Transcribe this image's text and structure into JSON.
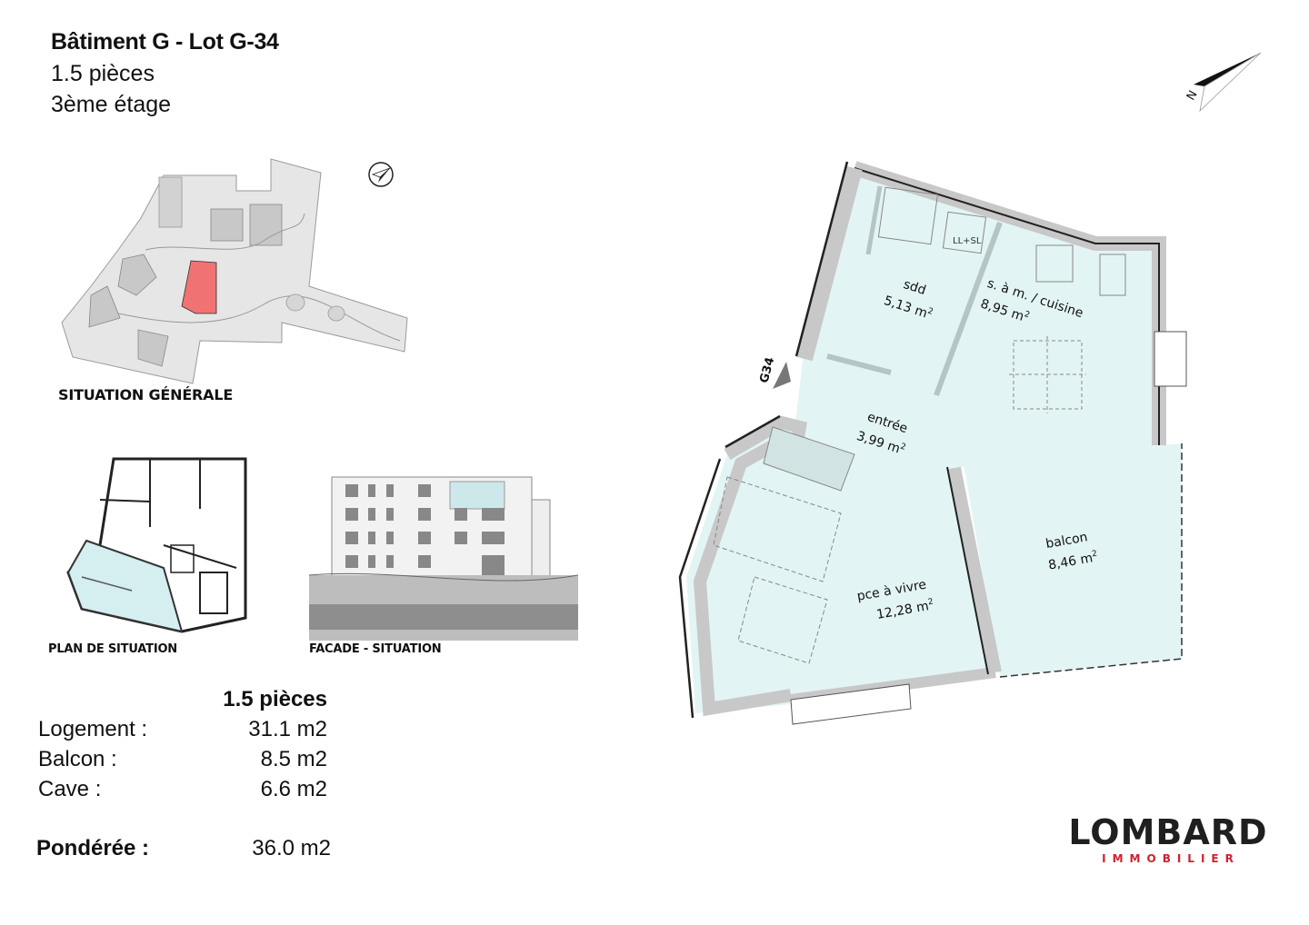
{
  "header": {
    "title": "Bâtiment G - Lot G-34",
    "rooms": "1.5 pièces",
    "floor": "3ème étage"
  },
  "thumbnails": {
    "site_plan_caption": "SITUATION GÉNÉRALE",
    "floor_plan_caption": "PLAN DE SITUATION",
    "facade_caption": "FACADE - SITUATION",
    "highlight_color": "#f07272"
  },
  "summary": {
    "heading": "1.5 pièces",
    "rows": [
      {
        "label": "Logement :",
        "value": "31.1 m2"
      },
      {
        "label": "Balcon :",
        "value": "8.5 m2"
      },
      {
        "label": "Cave :",
        "value": "6.6 m2"
      }
    ],
    "weighted": {
      "label": "Pondérée :",
      "value": "36.0 m2"
    }
  },
  "plan": {
    "lot_tag": "G34",
    "fixture_label": "LL+SL",
    "room_fill": "#e3f4f4",
    "wall_fill": "#c8c8c8",
    "rooms": [
      {
        "name": "sdd",
        "area": "5,13 m",
        "unit_sup": "2"
      },
      {
        "name": "s. à m. / cuisine",
        "area": "8,95 m",
        "unit_sup": "2"
      },
      {
        "name": "entrée",
        "area": "3,99 m",
        "unit_sup": "2"
      },
      {
        "name": "pce à vivre",
        "area": "12,28 m",
        "unit_sup": "2"
      },
      {
        "name": "balcon",
        "area": "8,46 m",
        "unit_sup": "2"
      }
    ],
    "north_label": "N"
  },
  "brand": {
    "name": "LOMBARD",
    "tagline": "IMMOBILIER",
    "accent": "#d0202e"
  }
}
